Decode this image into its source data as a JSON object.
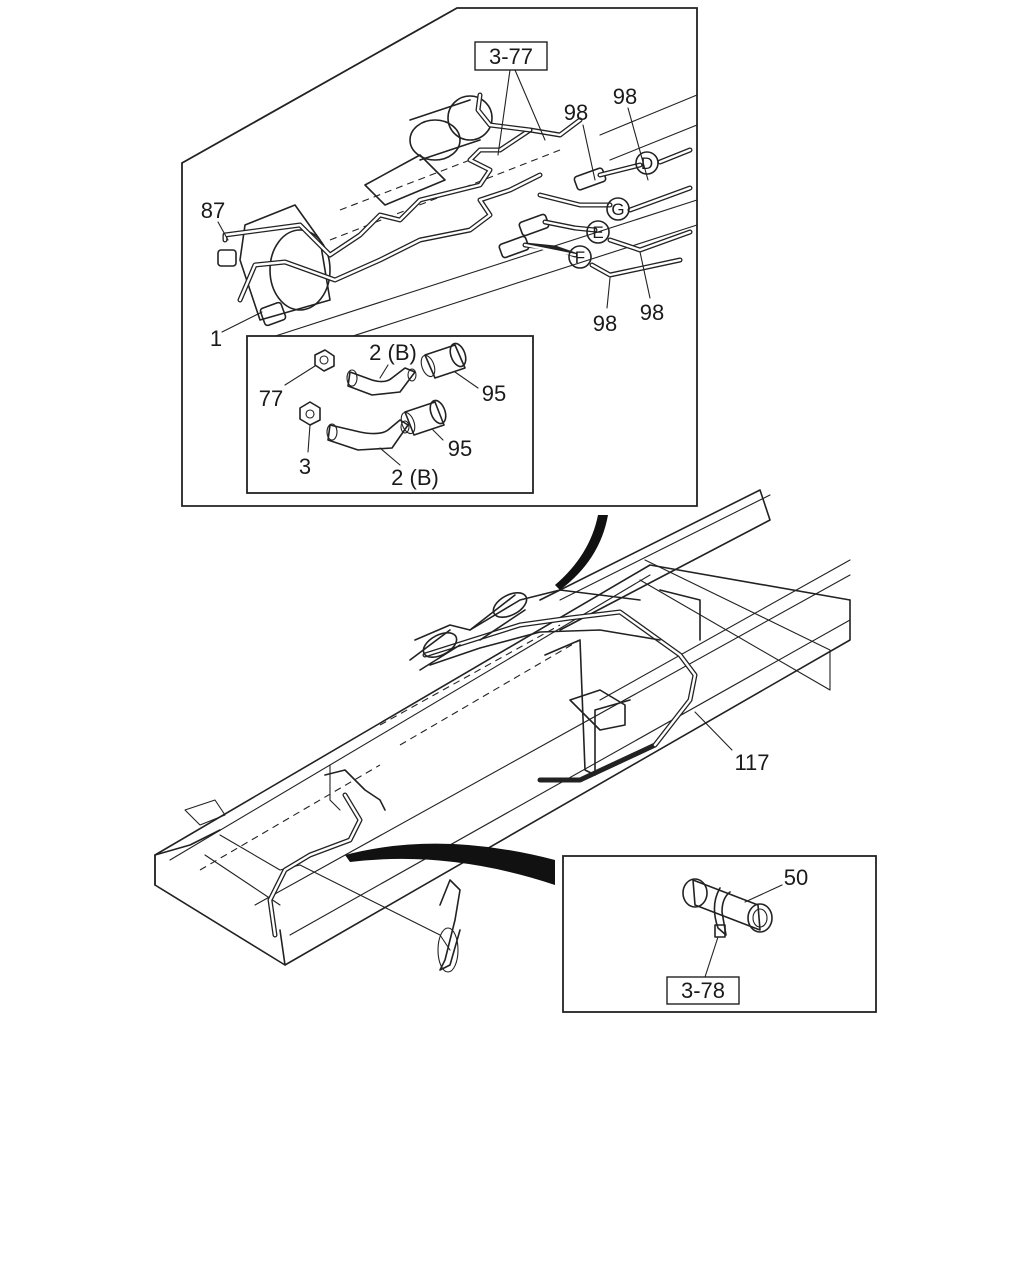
{
  "labels": {
    "ref_3_77": "3-77",
    "ref_3_78": "3-78",
    "n98_a": "98",
    "n98_b": "98",
    "n98_c": "98",
    "n98_d": "98",
    "n87": "87",
    "n1": "1",
    "n77": "77",
    "n3": "3",
    "n2b_top": "2 (B)",
    "n2b_bottom": "2 (B)",
    "n95_top": "95",
    "n95_bottom": "95",
    "n117": "117",
    "n50": "50"
  },
  "circled": {
    "d": "D",
    "g": "G",
    "e": "E",
    "f": "F"
  }
}
